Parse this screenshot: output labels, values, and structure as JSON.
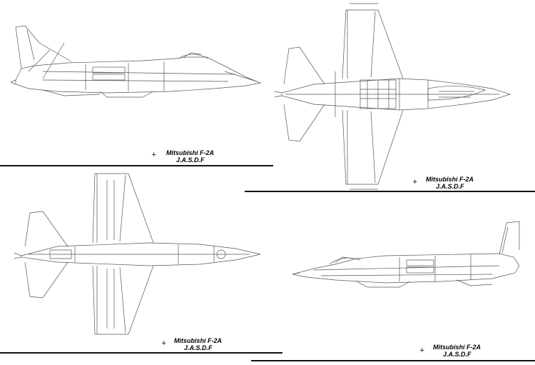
{
  "views": [
    {
      "id": "side-left",
      "model": "Mitsubishi F-2A",
      "operator": "J.A.S.D.F"
    },
    {
      "id": "top-right",
      "model": "Mitsubishi F-2A",
      "operator": "J.A.S.D.F"
    },
    {
      "id": "bottom-left",
      "model": "Mitsubishi F-2A",
      "operator": "J.A.S.D.F"
    },
    {
      "id": "side-right",
      "model": "Mitsubishi F-2A",
      "operator": "J.A.S.D.F"
    }
  ],
  "colors": {
    "line": "#555555",
    "rule": "#111111",
    "background": "#ffffff"
  }
}
